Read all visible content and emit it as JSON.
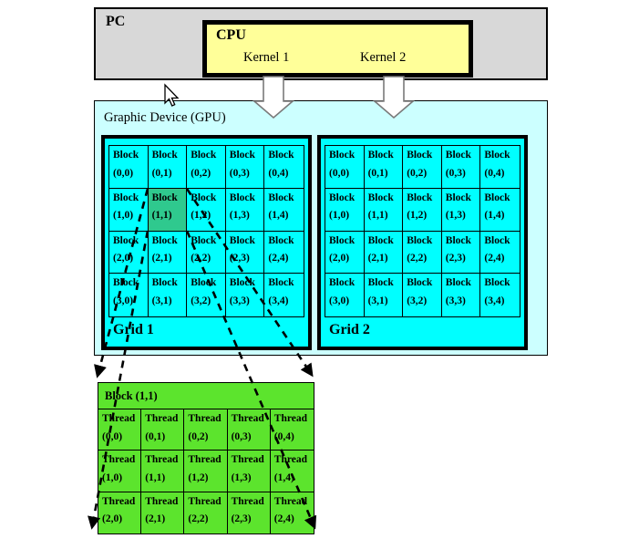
{
  "colors": {
    "pc_fill": "#d8d8d8",
    "cpu_fill": "#ffff99",
    "gpu_fill": "#ccffff",
    "grid_fill": "#00ffff",
    "highlight_fill": "#2fc98e",
    "thread_fill": "#5ce42d",
    "border": "#000000"
  },
  "pc": {
    "label": "PC"
  },
  "cpu": {
    "label": "CPU",
    "kernel1": "Kernel 1",
    "kernel2": "Kernel 2"
  },
  "gpu": {
    "label": "Graphic Device (GPU)",
    "grids": [
      {
        "label": "Grid 1",
        "cell_word": "Block",
        "highlight_row": 1,
        "highlight_col": 1,
        "coords": [
          [
            "(0,0)",
            "(0,1)",
            "(0,2)",
            "(0,3)",
            "(0,4)"
          ],
          [
            "(1,0)",
            "(1,1)",
            "(1,2)",
            "(1,3)",
            "(1,4)"
          ],
          [
            "(2,0)",
            "(2,1)",
            "(2,2)",
            "(2,3)",
            "(2,4)"
          ],
          [
            "(3,0)",
            "(3,1)",
            "(3,2)",
            "(3,3)",
            "(3,4)"
          ]
        ]
      },
      {
        "label": "Grid 2",
        "cell_word": "Block",
        "highlight_row": null,
        "highlight_col": null,
        "coords": [
          [
            "(0,0)",
            "(0,1)",
            "(0,2)",
            "(0,3)",
            "(0,4)"
          ],
          [
            "(1,0)",
            "(1,1)",
            "(1,2)",
            "(1,3)",
            "(1,4)"
          ],
          [
            "(2,0)",
            "(2,1)",
            "(2,2)",
            "(2,3)",
            "(2,4)"
          ],
          [
            "(3,0)",
            "(3,1)",
            "(3,2)",
            "(3,3)",
            "(3,4)"
          ]
        ]
      }
    ]
  },
  "thread_block": {
    "header": "Block (1,1)",
    "cell_word": "Thread",
    "coords": [
      [
        "(0,0)",
        "(0,1)",
        "(0,2)",
        "(0,3)",
        "(0,4)"
      ],
      [
        "(1,0)",
        "(1,1)",
        "(1,2)",
        "(1,3)",
        "(1,4)"
      ],
      [
        "(2,0)",
        "(2,1)",
        "(2,2)",
        "(2,3)",
        "(2,4)"
      ]
    ]
  }
}
